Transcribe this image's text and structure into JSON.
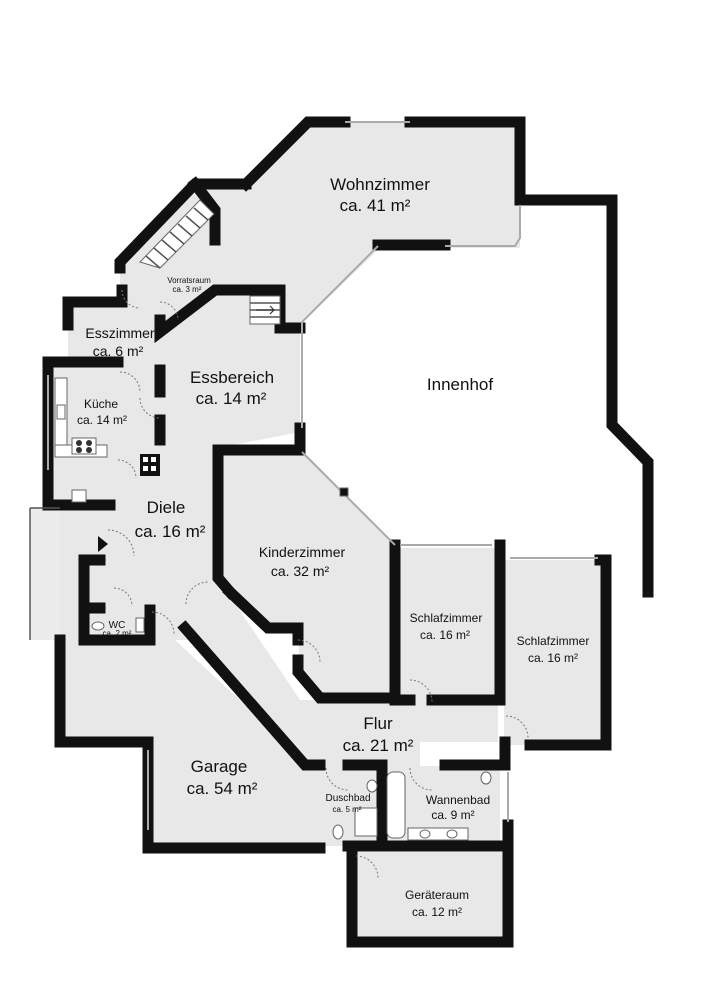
{
  "rooms": {
    "wohnzimmer": {
      "name": "Wohnzimmer",
      "area": "ca. 41 m²"
    },
    "innenhof": {
      "name": "Innenhof"
    },
    "vorratsraum": {
      "name": "Vorratsraum",
      "area": "ca. 3 m²"
    },
    "esszimmer": {
      "name": "Esszimmer",
      "area": "ca. 6 m²"
    },
    "essbereich": {
      "name": "Essbereich",
      "area": "ca. 14 m²"
    },
    "kueche": {
      "name": "Küche",
      "area": "ca. 14 m²"
    },
    "diele": {
      "name": "Diele",
      "area": "ca. 16 m²"
    },
    "kinderzimmer": {
      "name": "Kinderzimmer",
      "area": "ca. 32 m²"
    },
    "schlafzimmer1": {
      "name": "Schlafzimmer",
      "area": "ca. 16 m²"
    },
    "schlafzimmer2": {
      "name": "Schlafzimmer",
      "area": "ca. 16 m²"
    },
    "wc": {
      "name": "WC",
      "area": "ca. 2 m²"
    },
    "flur": {
      "name": "Flur",
      "area": "ca. 21 m²"
    },
    "garage": {
      "name": "Garage",
      "area": "ca. 54 m²"
    },
    "duschbad": {
      "name": "Duschbad",
      "area": "ca. 5 m²"
    },
    "wannenbad": {
      "name": "Wannenbad",
      "area": "ca. 9 m²"
    },
    "geraeteraum": {
      "name": "Geräteraum",
      "area": "ca. 12 m²"
    }
  }
}
